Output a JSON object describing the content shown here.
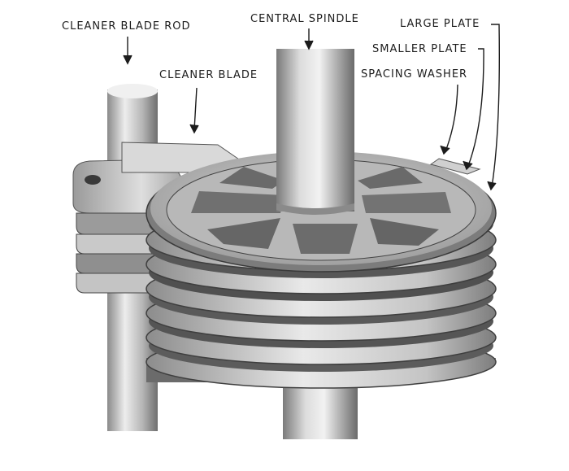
{
  "labels": {
    "cleaner_blade_rod": "CLEANER BLADE ROD",
    "central_spindle": "CENTRAL SPINDLE",
    "large_plate": "LARGE PLATE",
    "smaller_plate": "SMALLER PLATE",
    "cleaner_blade": "CLEANER BLADE",
    "spacing_washer": "SPACING WASHER"
  },
  "colors": {
    "metal_light": "#e8e8e8",
    "metal_mid": "#a9a9a9",
    "metal_dark": "#4a4a4a",
    "ink": "#1c1c1c"
  }
}
